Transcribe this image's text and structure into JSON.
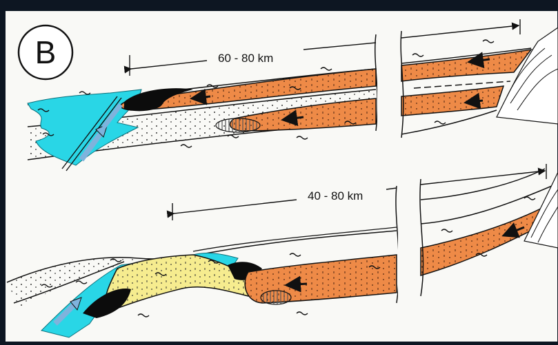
{
  "figure": {
    "panel_label": "B",
    "top_section": {
      "distance_label": "60 - 80 km"
    },
    "bottom_section": {
      "distance_label": "40 - 80 km"
    }
  },
  "colors": {
    "background": "#0d1622",
    "paper": "#f9f9f6",
    "aquifer_blue": "#29d6e6",
    "orange_layer": "#ee8a47",
    "yellow_zone": "#f6ec8f",
    "black_plume": "#0c0c0c",
    "gray_lens": "#bdbdbd",
    "arrow_blue": "#7fb3dc"
  }
}
